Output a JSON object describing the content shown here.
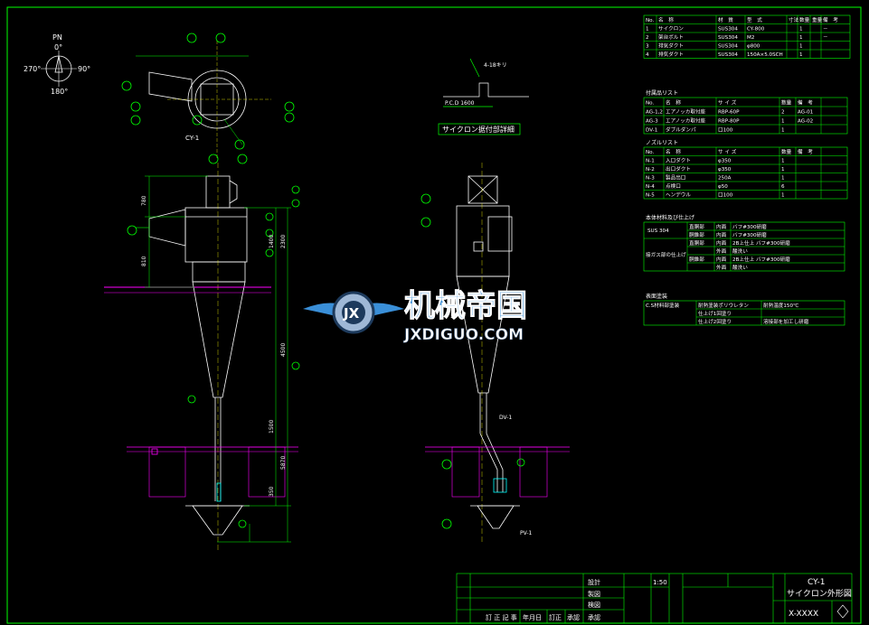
{
  "colors": {
    "background": "#000000",
    "line_white": "#ffffff",
    "line_green": "#00ff00",
    "line_yellow": "#ffff00",
    "line_magenta": "#ff00ff",
    "line_cyan": "#00ffff",
    "watermark_blue": "#3a8fd8",
    "watermark_steel": "#9fb8d6"
  },
  "compass": {
    "top": "0°",
    "left": "270°",
    "right": "90°",
    "bottom": "180°",
    "label": "PN"
  },
  "labels": {
    "cy1_top": "CY-1",
    "detail_title": "サイクロン据付部詳細",
    "pcd": "P.C.D 1600",
    "angle_note": "4-18キリ",
    "dv1": "DV-1",
    "pv1": "PV-1"
  },
  "dims_left": [
    "780",
    "810",
    "1400",
    "2300",
    "4500",
    "1500",
    "5870",
    "350"
  ],
  "parts_table": {
    "headers": [
      "No.",
      "名　称",
      "材　質",
      "型　式",
      "寸法",
      "数量",
      "重量",
      "備　考"
    ],
    "rows": [
      [
        "1",
        "サイクロン",
        "SUS304",
        "CY-800",
        "",
        "1",
        "",
        "－"
      ],
      [
        "2",
        "架台ボルト",
        "SUS304",
        "M2",
        "",
        "1",
        "",
        "－"
      ],
      [
        "3",
        "排気ダクト",
        "SUS304",
        "φ800",
        "",
        "1",
        "",
        ""
      ],
      [
        "4",
        "排気ダクト",
        "SUS304",
        "150A×5.0SCH",
        "",
        "1",
        "",
        ""
      ]
    ]
  },
  "accessories": {
    "title": "付属品リスト",
    "headers": [
      "No.",
      "名　称",
      "サ イ ズ",
      "数量",
      "備　考"
    ],
    "rows": [
      [
        "AG-1,2",
        "エアノッカ取付座",
        "RBP-60P",
        "2",
        "AG-01"
      ],
      [
        "AG-3",
        "エアノッカ取付座",
        "RBP-80P",
        "1",
        "AG-02"
      ],
      [
        "DV-1",
        "ダブルダンパ",
        "口100",
        "1",
        ""
      ]
    ]
  },
  "nozzles": {
    "title": "ノズルリスト",
    "headers": [
      "No.",
      "名　称",
      "サ イ ズ",
      "数量",
      "備　考"
    ],
    "rows": [
      [
        "N-1",
        "入口ダクト",
        "φ350",
        "1",
        ""
      ],
      [
        "N-2",
        "出口ダクト",
        "φ350",
        "1",
        ""
      ],
      [
        "N-3",
        "製品出口",
        "250A",
        "1",
        ""
      ],
      [
        "N-4",
        "点検口",
        "φ50",
        "6",
        ""
      ],
      [
        "N-5",
        "ヘンデウル",
        "口100",
        "1",
        ""
      ]
    ]
  },
  "finish": {
    "title": "本体材料及び仕上げ",
    "left_label_1": "SUS 304",
    "left_label_2": "接ガス部の仕上げ",
    "rows": [
      [
        "直胴部",
        "内面",
        "バフ#300研磨"
      ],
      [
        "胴錐部",
        "内面",
        "バフ#300研磨"
      ],
      [
        "直胴部",
        "内面",
        "2B上仕上 バフ#300研磨"
      ],
      [
        "",
        "外面",
        "酸洗い"
      ],
      [
        "胴錐部",
        "内面",
        "2B上仕上 バフ#300研磨"
      ],
      [
        "",
        "外面",
        "酸洗い"
      ]
    ]
  },
  "surface": {
    "title": "表面塗装",
    "rows": [
      [
        "C.S材料部塗装",
        "耐熱塗装ポリウレタン",
        "耐熱温度150℃"
      ],
      [
        "",
        "仕上げ1回塗り",
        ""
      ],
      [
        "",
        "仕上げ2回塗り",
        "溶接部を加工し研磨"
      ]
    ]
  },
  "title_block": {
    "drawing_no_label": "X-XXXX",
    "title_line1": "CY-1",
    "title_line2": "サイクロン外形図",
    "scale": "1:50",
    "designed": "設計",
    "drawn": "製図",
    "checked": "検図",
    "approved": "承認",
    "col_revision": "訂 正 記 事",
    "col_date": "年月日",
    "col_reviser": "訂正",
    "col_approver": "承認"
  },
  "watermark": {
    "text_cn": "机械帝国",
    "text_en": "JXDIGUO.COM",
    "badge": "JX"
  }
}
